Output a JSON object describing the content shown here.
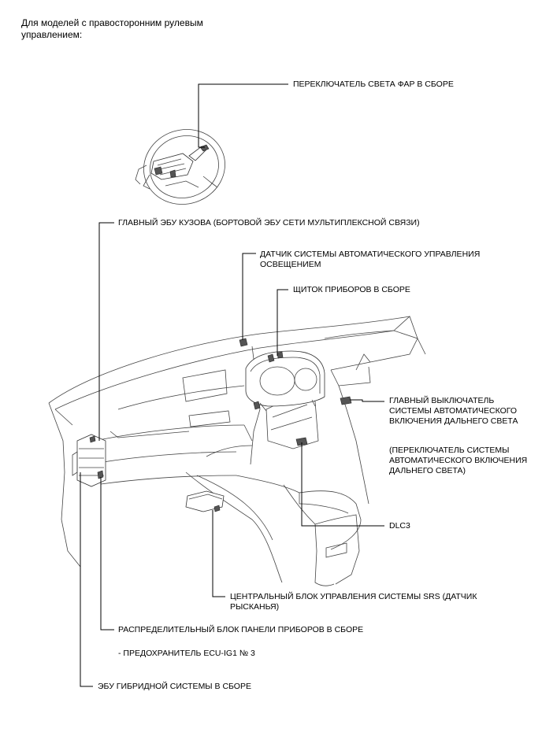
{
  "header": {
    "line1": "Для моделей с правосторонним рулевым",
    "line2": "управлением:"
  },
  "labels": {
    "headlight_switch": "ПЕРЕКЛЮЧАТЕЛЬ СВЕТА ФАР   В СБОРЕ",
    "main_body_ecu": "ГЛАВНЫЙ ЭБУ КУЗОВА (БОРТОВОЙ ЭБУ СЕТИ МУЛЬТИПЛЕКСНОЙ СВЯЗИ)",
    "light_sensor_1": "ДАТЧИК СИСТЕМЫ АВТОМАТИЧЕСКОГО УПРАВЛЕНИЯ",
    "light_sensor_2": "ОСВЕЩЕНИЕМ",
    "combination_meter": "ЩИТОК ПРИБОРОВ В СБОРЕ",
    "high_beam_main_1": "ГЛАВНЫЙ ВЫКЛЮЧАТЕЛЬ",
    "high_beam_main_2": "СИСТЕМЫ АВТОМАТИЧЕСКОГО",
    "high_beam_main_3": "ВКЛЮЧЕНИЯ ДАЛЬНЕГО СВЕТА",
    "high_beam_alt_1": "(ПЕРЕКЛЮЧАТЕЛЬ СИСТЕМЫ",
    "high_beam_alt_2": "АВТОМАТИЧЕСКОГО ВКЛЮЧЕНИЯ",
    "high_beam_alt_3": "ДАЛЬНЕГО СВЕТА)",
    "dlc3": "DLC3",
    "srs_center_1": "ЦЕНТРАЛЬНЫЙ БЛОК УПРАВЛЕНИЯ СИСТЕМЫ SRS (ДАТЧИК",
    "srs_center_2": "РЫСКАНЬЯ)",
    "junction_block": "РАСПРЕДЕЛИТЕЛЬНЫЙ БЛОК ПАНЕЛИ ПРИБОРОВ В СБОРЕ",
    "fuse": "- ПРЕДОХРАНИТЕЛЬ ECU-IG1 № 3",
    "hybrid_ecu": "ЭБУ ГИБРИДНОЙ СИСТЕМЫ В СБОРЕ"
  }
}
